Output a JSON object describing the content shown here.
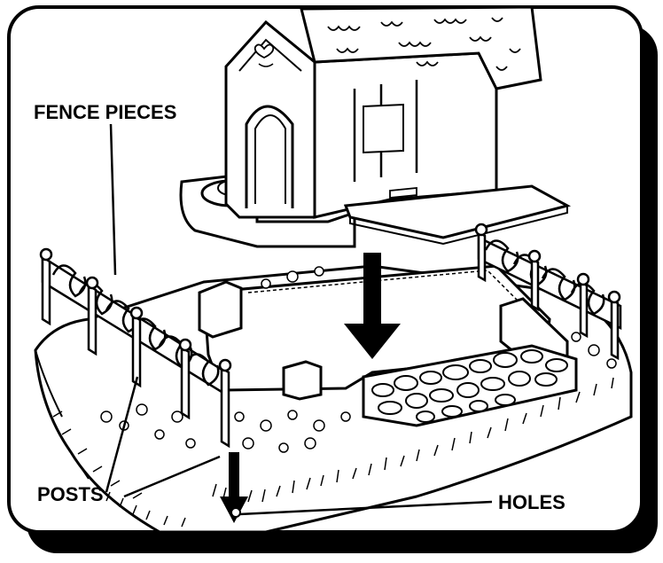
{
  "labels": {
    "fence_pieces": "FENCE PIECES",
    "posts": "POSTS",
    "holes": "HOLES"
  },
  "colors": {
    "ink": "#000000",
    "paper": "#ffffff",
    "shade": "#9a9a9a"
  }
}
